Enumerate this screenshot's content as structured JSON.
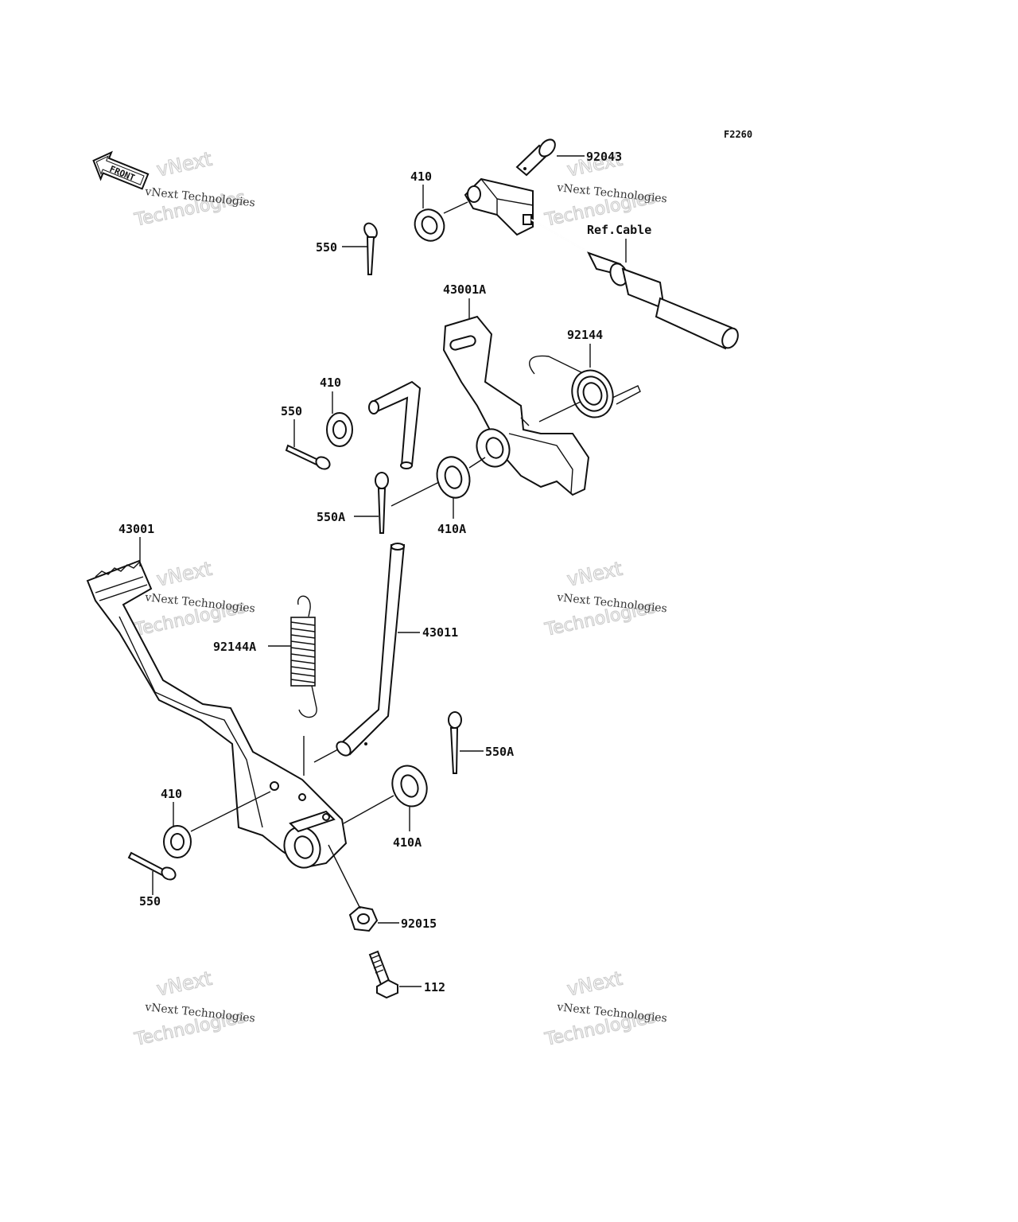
{
  "diagram_code": "F2260",
  "front_label": "FRONT",
  "watermark": {
    "line1": "vNext Technologies",
    "line2": "vNext",
    "line3": "Technologies"
  },
  "labels": {
    "p92043": "92043",
    "p410_top": "410",
    "p550_top": "550",
    "ref_cable": "Ref.Cable",
    "p43001A": "43001A",
    "p92144": "92144",
    "p410_mid": "410",
    "p550_mid": "550",
    "p550A_mid": "550A",
    "p410A_mid": "410A",
    "p43001": "43001",
    "p92144A": "92144A",
    "p43011": "43011",
    "p550A_low": "550A",
    "p410_low": "410",
    "p410A_low": "410A",
    "p550_low": "550",
    "p92015": "92015",
    "p112": "112"
  }
}
